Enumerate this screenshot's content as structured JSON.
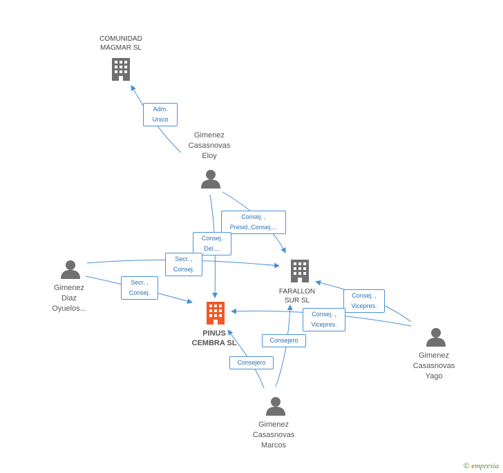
{
  "colors": {
    "edge": "#4a90d9",
    "icon": "#707070",
    "focus": "#f05a28"
  },
  "nodes": {
    "comunidad": {
      "label_line1": "COMUNIDAD",
      "label_line2": "MAGMAR SL",
      "type": "company"
    },
    "eloy": {
      "label_line1": "Gimenez",
      "label_line2": "Casasnovas",
      "label_line3": "Eloy",
      "type": "person"
    },
    "farallon": {
      "label_line1": "FARALLON",
      "label_line2": "SUR SL",
      "type": "company"
    },
    "pinus": {
      "label_line1": "PINUS",
      "label_line2": "CEMBRA SL",
      "type": "company-focus"
    },
    "diaz": {
      "label_line1": "Gimenez",
      "label_line2": "Diaz",
      "label_line3": "Oyuelos...",
      "type": "person"
    },
    "yago": {
      "label_line1": "Gimenez",
      "label_line2": "Casasnovas",
      "label_line3": "Yago",
      "type": "person"
    },
    "marcos": {
      "label_line1": "Gimenez",
      "label_line2": "Casasnovas",
      "label_line3": "Marcos",
      "type": "person"
    }
  },
  "edges": {
    "eloy_comunidad": {
      "line1": "Adm.",
      "line2": "Unico"
    },
    "eloy_farallon": {
      "line1": "Consej. ,",
      "line2": "Presid.,Consej...."
    },
    "eloy_pinus": {
      "line1": "Consej.",
      "line2": "Del...."
    },
    "diaz_farallon": {
      "line1": "Secr. ,",
      "line2": "Consej."
    },
    "diaz_pinus": {
      "line1": "Secr. ,",
      "line2": "Consej."
    },
    "yago_farallon": {
      "line1": "Consej. ,",
      "line2": "Vicepres."
    },
    "yago_pinus": {
      "line1": "Consej. ,",
      "line2": "Vicepres."
    },
    "marcos_farallon": {
      "line1": "Consejero"
    },
    "marcos_pinus": {
      "line1": "Consejero"
    }
  },
  "watermark": {
    "symbol": "©",
    "brand_first": "e",
    "brand_rest": "mpresia"
  }
}
